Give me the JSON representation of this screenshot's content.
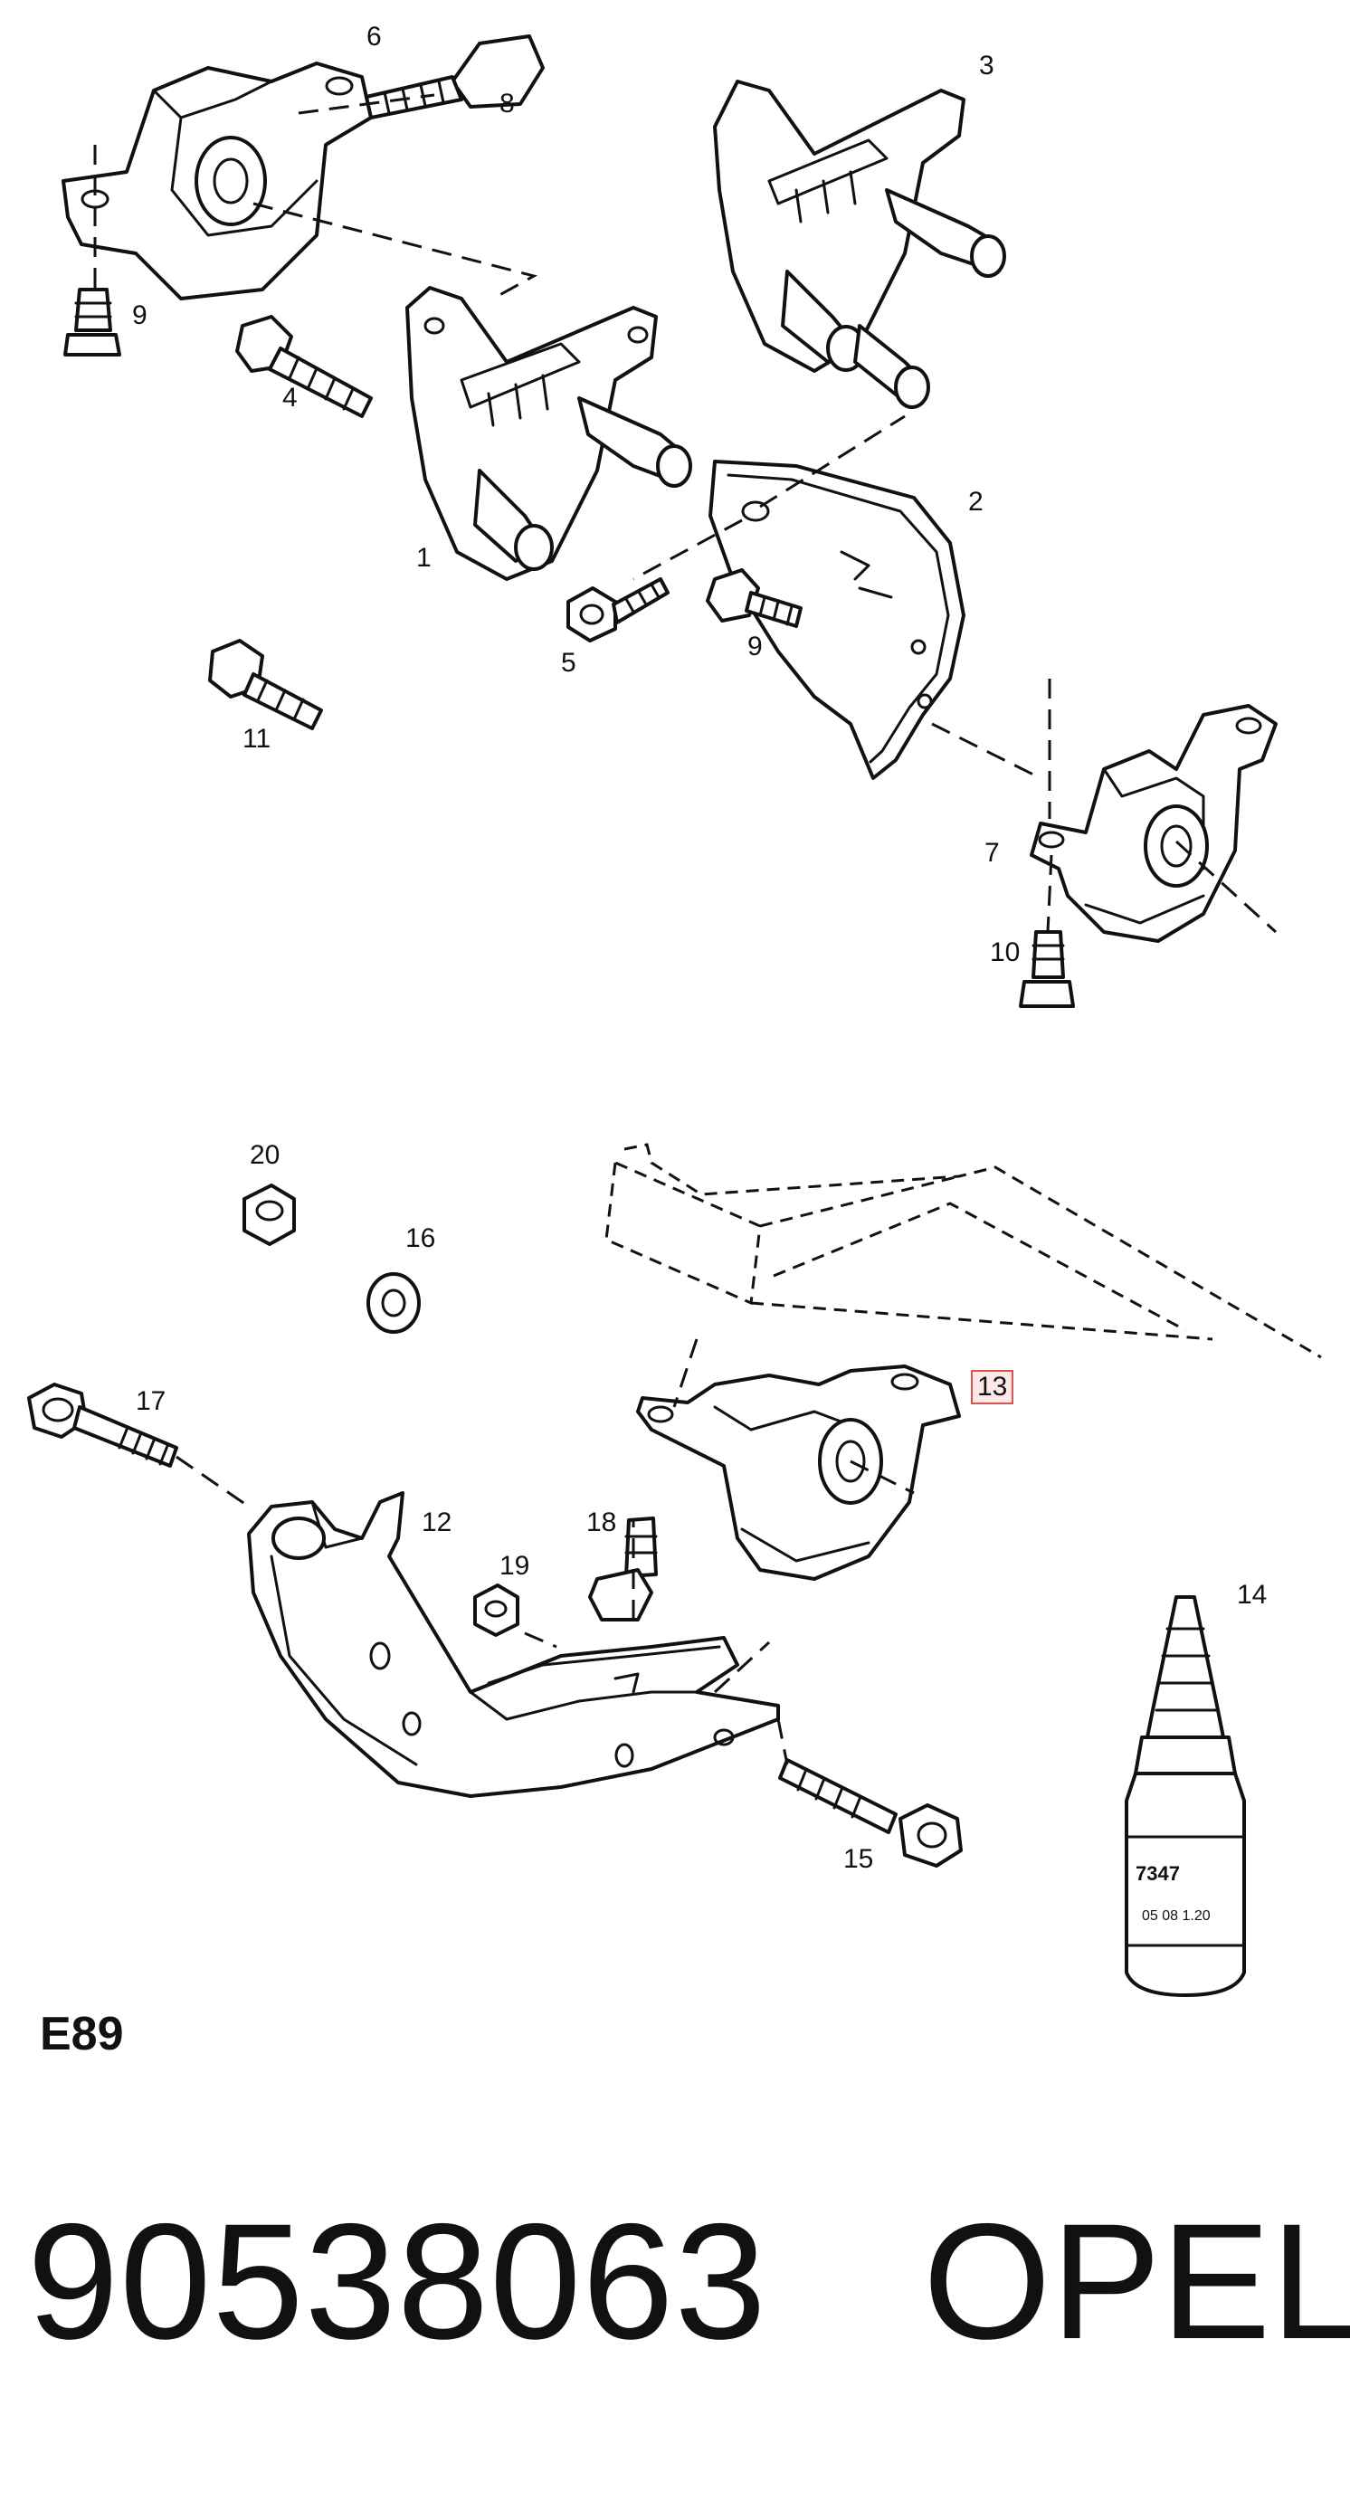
{
  "labels": {
    "l1": "1",
    "l2": "2",
    "l3": "3",
    "l4": "4",
    "l5": "5",
    "l6": "6",
    "l7": "7",
    "l8": "8",
    "l9a": "9",
    "l9b": "9",
    "l10": "10",
    "l11": "11",
    "l12": "12",
    "l13": "13",
    "l14": "14",
    "l15": "15",
    "l16": "16",
    "l17": "17",
    "l18": "18",
    "l19": "19",
    "l20": "20"
  },
  "highlighted_label": "13",
  "page_code": "E89",
  "part_number": "90538063",
  "brand": "OPEL",
  "colors": {
    "line": "#111111",
    "highlight_border": "#d9534f",
    "highlight_fill": "#fde8e8"
  }
}
